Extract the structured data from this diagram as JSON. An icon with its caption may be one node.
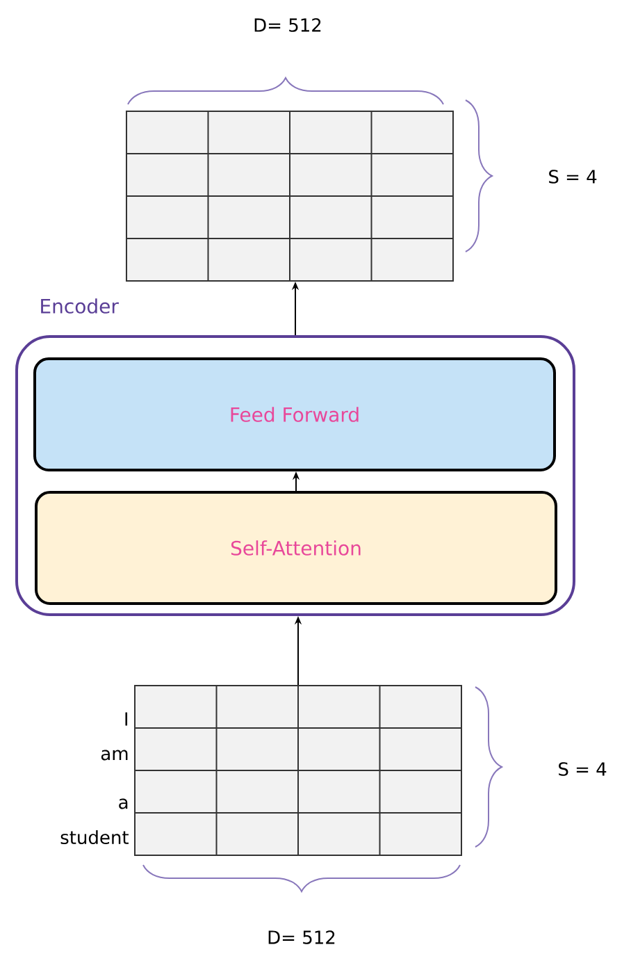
{
  "diagram": {
    "nodes": [
      {
        "text": [],
        "shape": "grid"
      },
      {
        "text": [
          "Encoder"
        ]
      },
      {
        "text": [
          "Feed Forward"
        ],
        "in": 1
      },
      {
        "text": [
          "Self-Attention"
        ],
        "in": 1
      },
      {
        "text": [],
        "shape": "grid",
        "beside": [
          "I",
          "am",
          "a",
          "student"
        ]
      }
    ],
    "edges": [
      {
        "from": 4,
        "to": 1,
        "arrow": "to"
      },
      {
        "from": 3,
        "to": 2,
        "arrow": "to"
      },
      {
        "from": 1,
        "to": 0,
        "arrow": "to"
      }
    ],
    "labels": [
      "D= 512",
      "S = 4",
      "S = 4",
      "D= 512"
    ]
  }
}
